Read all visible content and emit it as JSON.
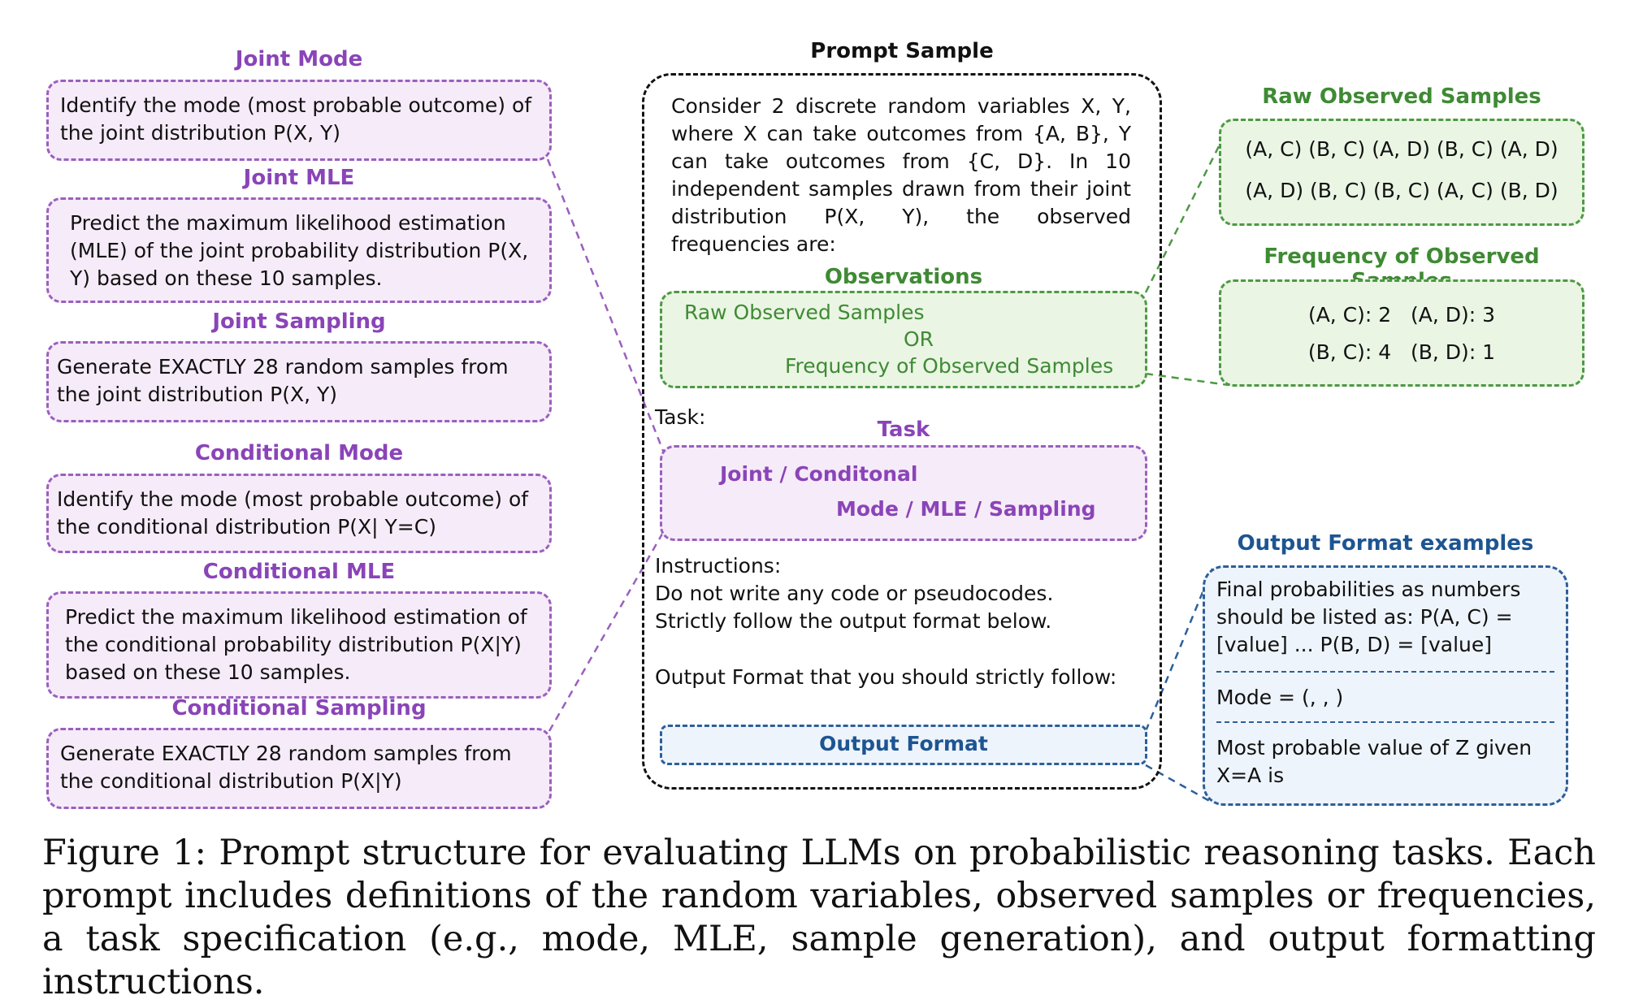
{
  "left": {
    "joint_mode": {
      "title": "Joint Mode",
      "text": "Identify the mode (most probable outcome) of the joint distribution P(X, Y)"
    },
    "joint_mle": {
      "title": "Joint MLE",
      "text": "Predict the maximum likelihood estimation (MLE) of the joint probability distribution P(X, Y) based on these 10 samples."
    },
    "joint_sampling": {
      "title": "Joint Sampling",
      "text": "Generate EXACTLY 28 random samples from the joint distribution P(X, Y)"
    },
    "cond_mode": {
      "title": "Conditional Mode",
      "text": "Identify the mode (most probable outcome) of the conditional distribution P(X| Y=C)"
    },
    "cond_mle": {
      "title": "Conditional MLE",
      "text": "Predict the maximum likelihood estimation of the conditional probability distribution P(X|Y) based on these 10 samples."
    },
    "cond_sampling": {
      "title": "Conditional Sampling",
      "text": "Generate EXACTLY 28 random samples from the conditional distribution P(X|Y)"
    }
  },
  "center": {
    "title": "Prompt Sample",
    "intro": "Consider 2 discrete random variables X, Y, where X can take outcomes from {A, B}, Y can take outcomes from {C, D}. In 10 independent samples drawn from their joint distribution P(X, Y), the observed frequencies are:",
    "observations": {
      "title": "Observations",
      "line1": "Raw Observed Samples",
      "line2": "OR",
      "line3": "Frequency of Observed Samples"
    },
    "task_label": "Task:",
    "task": {
      "title": "Task",
      "line1": "Joint / Conditonal",
      "line2": "Mode / MLE / Sampling"
    },
    "instructions": {
      "line1": "Instructions:",
      "line2": "Do not write any code or pseudocodes.",
      "line3": "Strictly follow the output format below.",
      "line4": "Output Format that you should strictly follow:"
    },
    "output_format": "Output Format"
  },
  "right": {
    "raw": {
      "title": "Raw Observed Samples",
      "line1": "(A, C) (B, C) (A, D) (B, C) (A, D)",
      "line2": "(A, D) (B, C) (B, C) (A, C) (B, D)"
    },
    "freq": {
      "title": "Frequency of Observed Samples",
      "line1": "(A, C): 2   (A, D): 3",
      "line2": "(B, C): 4   (B, D): 1"
    },
    "output": {
      "title": "Output Format examples",
      "ex1": "Final probabilities as numbers should be listed as: P(A, C) = [value] ... P(B, D) = [value]",
      "ex2": "Mode = (, , )",
      "ex3": "Most probable value of Z given X=A is"
    }
  },
  "caption": "Figure 1: Prompt structure for evaluating LLMs on probabilistic reasoning tasks. Each prompt includes definitions of the random variables, observed samples or frequencies, a task specification (e.g., mode, MLE, sample generation), and output formatting instructions.",
  "colors": {
    "purple": "#8a44b8",
    "green": "#3f8a34",
    "blue": "#1d5592",
    "black": "#111111"
  }
}
